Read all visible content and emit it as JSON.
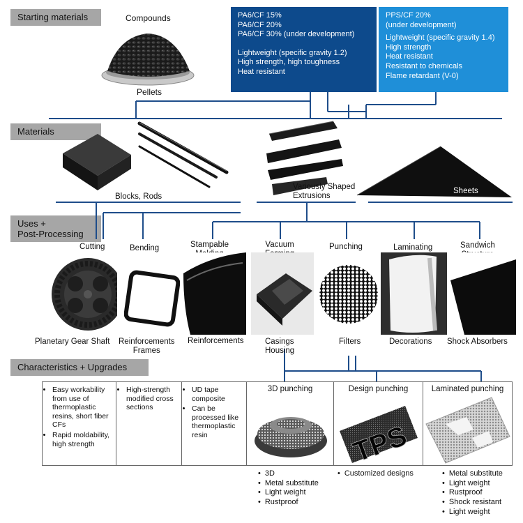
{
  "sections": {
    "starting": "Starting materials",
    "materials": "Materials",
    "uses_line1": "Uses +",
    "uses_line2": "Post-Processing",
    "characteristics": "Characteristics + Upgrades"
  },
  "starting": {
    "compounds": "Compounds",
    "pellets": "Pellets",
    "pa6_box": {
      "grades": [
        "PA6/CF 15%",
        "PA6/CF 20%",
        "PA6/CF 30% (under development)"
      ],
      "props": [
        "Lightweight (specific gravity 1.2)",
        "High strength, high toughness",
        "Heat resistant"
      ]
    },
    "pps_box": {
      "grades": [
        "PPS/CF 20%",
        "(under development)"
      ],
      "props": [
        "Lightweight (specific gravity 1.4)",
        "High strength",
        "Heat resistant",
        "Resistant to chemicals",
        "Flame retardant (V-0)"
      ]
    }
  },
  "materials": {
    "blocks_rods": "Blocks, Rods",
    "extrusions_line1": "Variously Shaped",
    "extrusions_line2": "Extrusions",
    "sheets": "Sheets"
  },
  "uses": {
    "cutting": "Cutting",
    "bending": "Bending",
    "stampable_line1": "Stampable",
    "stampable_line2": "Molding",
    "vacuum_line1": "Vacuum",
    "vacuum_line2": "Forming",
    "punching": "Punching",
    "laminating": "Laminating",
    "sandwich_line1": "Sandwich",
    "sandwich_line2": "Structure"
  },
  "applications": {
    "planetary": "Planetary Gear Shaft",
    "reinf_frames_line1": "Reinforcements",
    "reinf_frames_line2": "Frames",
    "reinforcements": "Reinforcements",
    "casings_line1": "Casings",
    "casings_line2": "Housing",
    "filters": "Filters",
    "decorations": "Decorations",
    "shock": "Shock Absorbers"
  },
  "characteristics": {
    "cell1": [
      "Easy workability from use of thermoplastic resins, short fiber CFs",
      "Rapid moldability, high strength"
    ],
    "cell2": [
      "High-strength modified cross sections"
    ],
    "cell3": [
      "UD tape composite",
      "Can be processed like thermoplastic resin"
    ],
    "punch3d": {
      "title": "3D punching",
      "bullets": [
        "3D",
        "Metal substitute",
        "Light weight",
        "Rustproof"
      ]
    },
    "design": {
      "title": "Design punching",
      "bullets": [
        "Customized designs"
      ],
      "logo_text": "TPS"
    },
    "laminated": {
      "title": "Laminated punching",
      "bullets": [
        "Metal substitute",
        "Light weight",
        "Rustproof",
        "Shock resistant",
        "Light weight"
      ]
    }
  },
  "colors": {
    "pa6_box": "#0d4a8c",
    "pps_box": "#1f8fd8",
    "connector": "#1e4d8a",
    "tag_bg": "#a6a6a6"
  }
}
